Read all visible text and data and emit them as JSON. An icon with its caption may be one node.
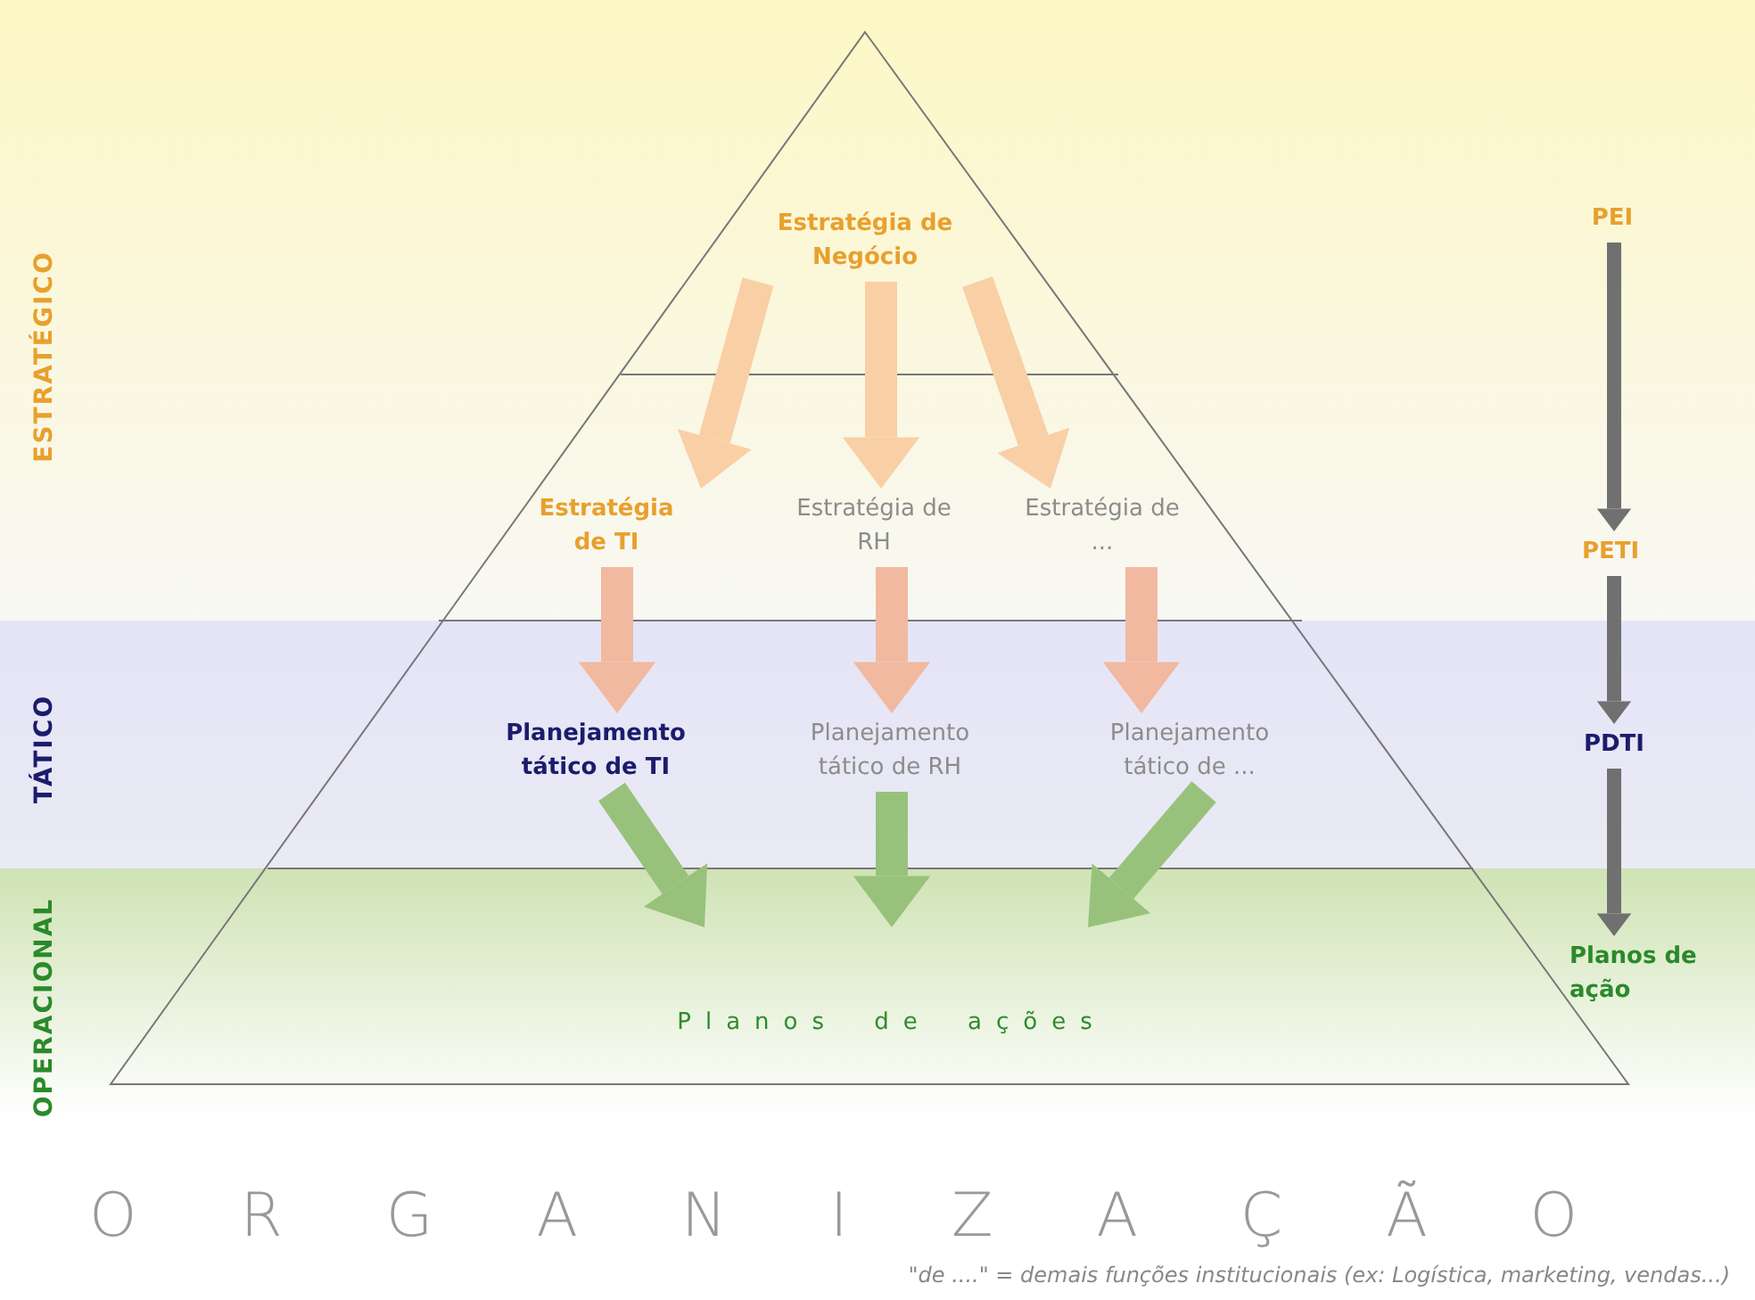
{
  "diagram": {
    "nodes": [
      {
        "text": [
          "Estratégia de Negócio"
        ]
      },
      {
        "text": [
          "Estratégia de TI"
        ]
      },
      {
        "text": [
          "Estratégia de RH"
        ]
      },
      {
        "text": [
          "Estratégia de ..."
        ]
      },
      {
        "text": [
          "Planejamento tático de TI"
        ]
      },
      {
        "text": [
          "Planejamento tático de RH"
        ]
      },
      {
        "text": [
          "Planejamento tático de ..."
        ]
      },
      {
        "text": [
          "Planos de ações"
        ]
      },
      {
        "text": [
          "PEI"
        ]
      },
      {
        "text": [
          "PETI"
        ]
      },
      {
        "text": [
          "PDTI"
        ]
      },
      {
        "text": [
          "Planos de ação"
        ]
      }
    ],
    "edges": [
      {
        "from": 0,
        "to": 1,
        "arrow": "to",
        "color": "#f9cfa6"
      },
      {
        "from": 0,
        "to": 2,
        "arrow": "to",
        "color": "#f9cfa6"
      },
      {
        "from": 0,
        "to": 3,
        "arrow": "to",
        "color": "#f9cfa6"
      },
      {
        "from": 1,
        "to": 4,
        "arrow": "to",
        "color": "#f1b9a0"
      },
      {
        "from": 2,
        "to": 5,
        "arrow": "to",
        "color": "#f1b9a0"
      },
      {
        "from": 3,
        "to": 6,
        "arrow": "to",
        "color": "#f1b9a0"
      },
      {
        "from": 4,
        "to": 7,
        "arrow": "to",
        "color": "#98c27c"
      },
      {
        "from": 5,
        "to": 7,
        "arrow": "to",
        "color": "#98c27c"
      },
      {
        "from": 6,
        "to": 7,
        "arrow": "to",
        "color": "#98c27c"
      },
      {
        "from": 8,
        "to": 9,
        "arrow": "to",
        "color": "#707070"
      },
      {
        "from": 9,
        "to": 10,
        "arrow": "to",
        "color": "#707070"
      },
      {
        "from": 10,
        "to": 11,
        "arrow": "to",
        "color": "#707070"
      }
    ],
    "labels": [
      "ESTRATÉGICO",
      "TÁTICO",
      "OPERACIONAL",
      "ORGANIZAÇÃO",
      "\"de ....\" = demais funções institucionais (ex: Logística, marketing, vendas...)"
    ]
  }
}
